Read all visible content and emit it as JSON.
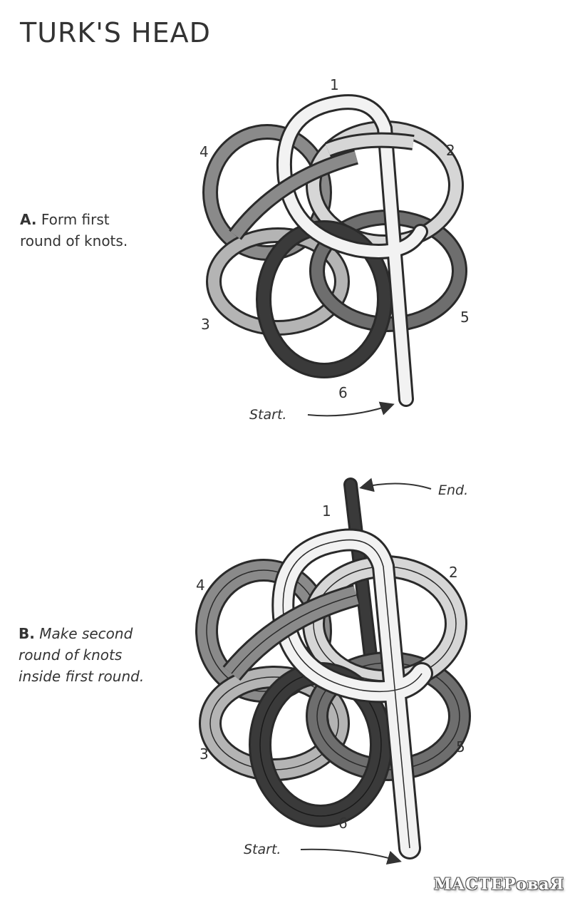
{
  "title": "TURK'S HEAD",
  "step_a": {
    "key": "A.",
    "text_line1": "Form first",
    "text_line2": "round of knots.",
    "loop_labels": [
      "1",
      "2",
      "3",
      "4",
      "5",
      "6"
    ],
    "start_label": "Start."
  },
  "step_b": {
    "key": "B.",
    "text_line1": "Make second",
    "text_line2": "round of knots",
    "text_line3": "inside first round.",
    "loop_labels": [
      "1",
      "2",
      "3",
      "4",
      "5",
      "6"
    ],
    "start_label": "Start.",
    "end_label": "End."
  },
  "watermark": "МАСТЕРоваЯ",
  "colors": {
    "loop1": "#f2f2f2",
    "loop2": "#d6d6d6",
    "loop3": "#b4b4b4",
    "loop4": "#8a8a8a",
    "loop5": "#6e6e6e",
    "loop6": "#3a3a3a",
    "outline": "#2a2a2a"
  }
}
